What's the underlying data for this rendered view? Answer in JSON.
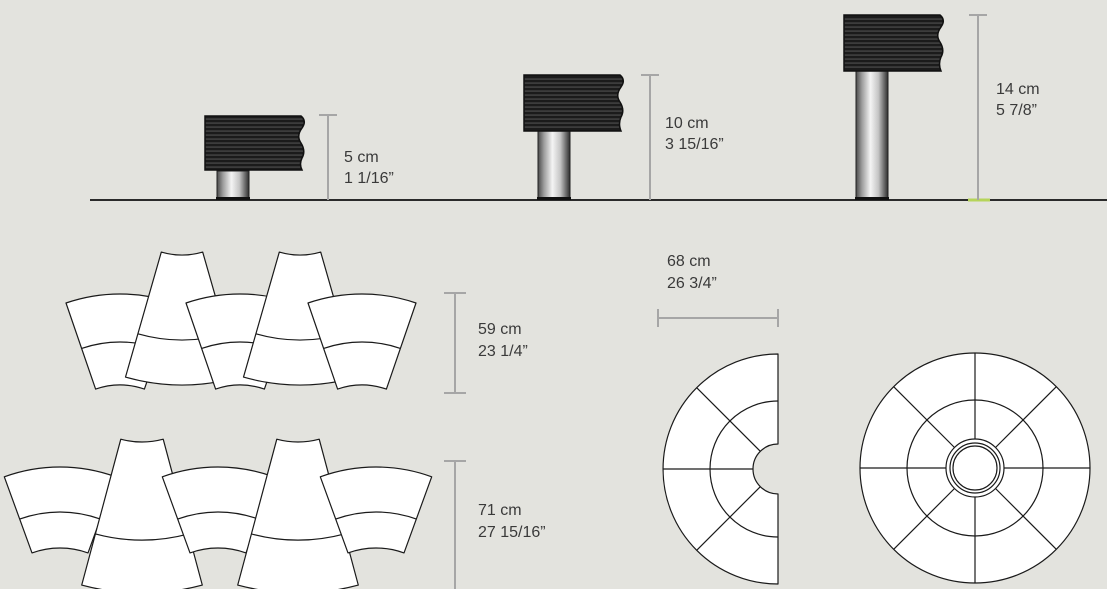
{
  "colors": {
    "background": "#e3e3de",
    "ink": "#1a1a1a",
    "dimension": "#a6a6a6",
    "accent": "#b6d45a"
  },
  "heights": [
    {
      "metric": "5 cm",
      "imperial": "1 1/16”"
    },
    {
      "metric": "10 cm",
      "imperial": "3 15/16”"
    },
    {
      "metric": "14 cm",
      "imperial": "5 7/8”"
    }
  ],
  "configurations": {
    "wave_short": {
      "metric": "59 cm",
      "imperial": "23 1/4”"
    },
    "wave_tall": {
      "metric": "71 cm",
      "imperial": "27 15/16”"
    },
    "circle_width": {
      "metric": "68 cm",
      "imperial": "26 3/4”"
    }
  }
}
